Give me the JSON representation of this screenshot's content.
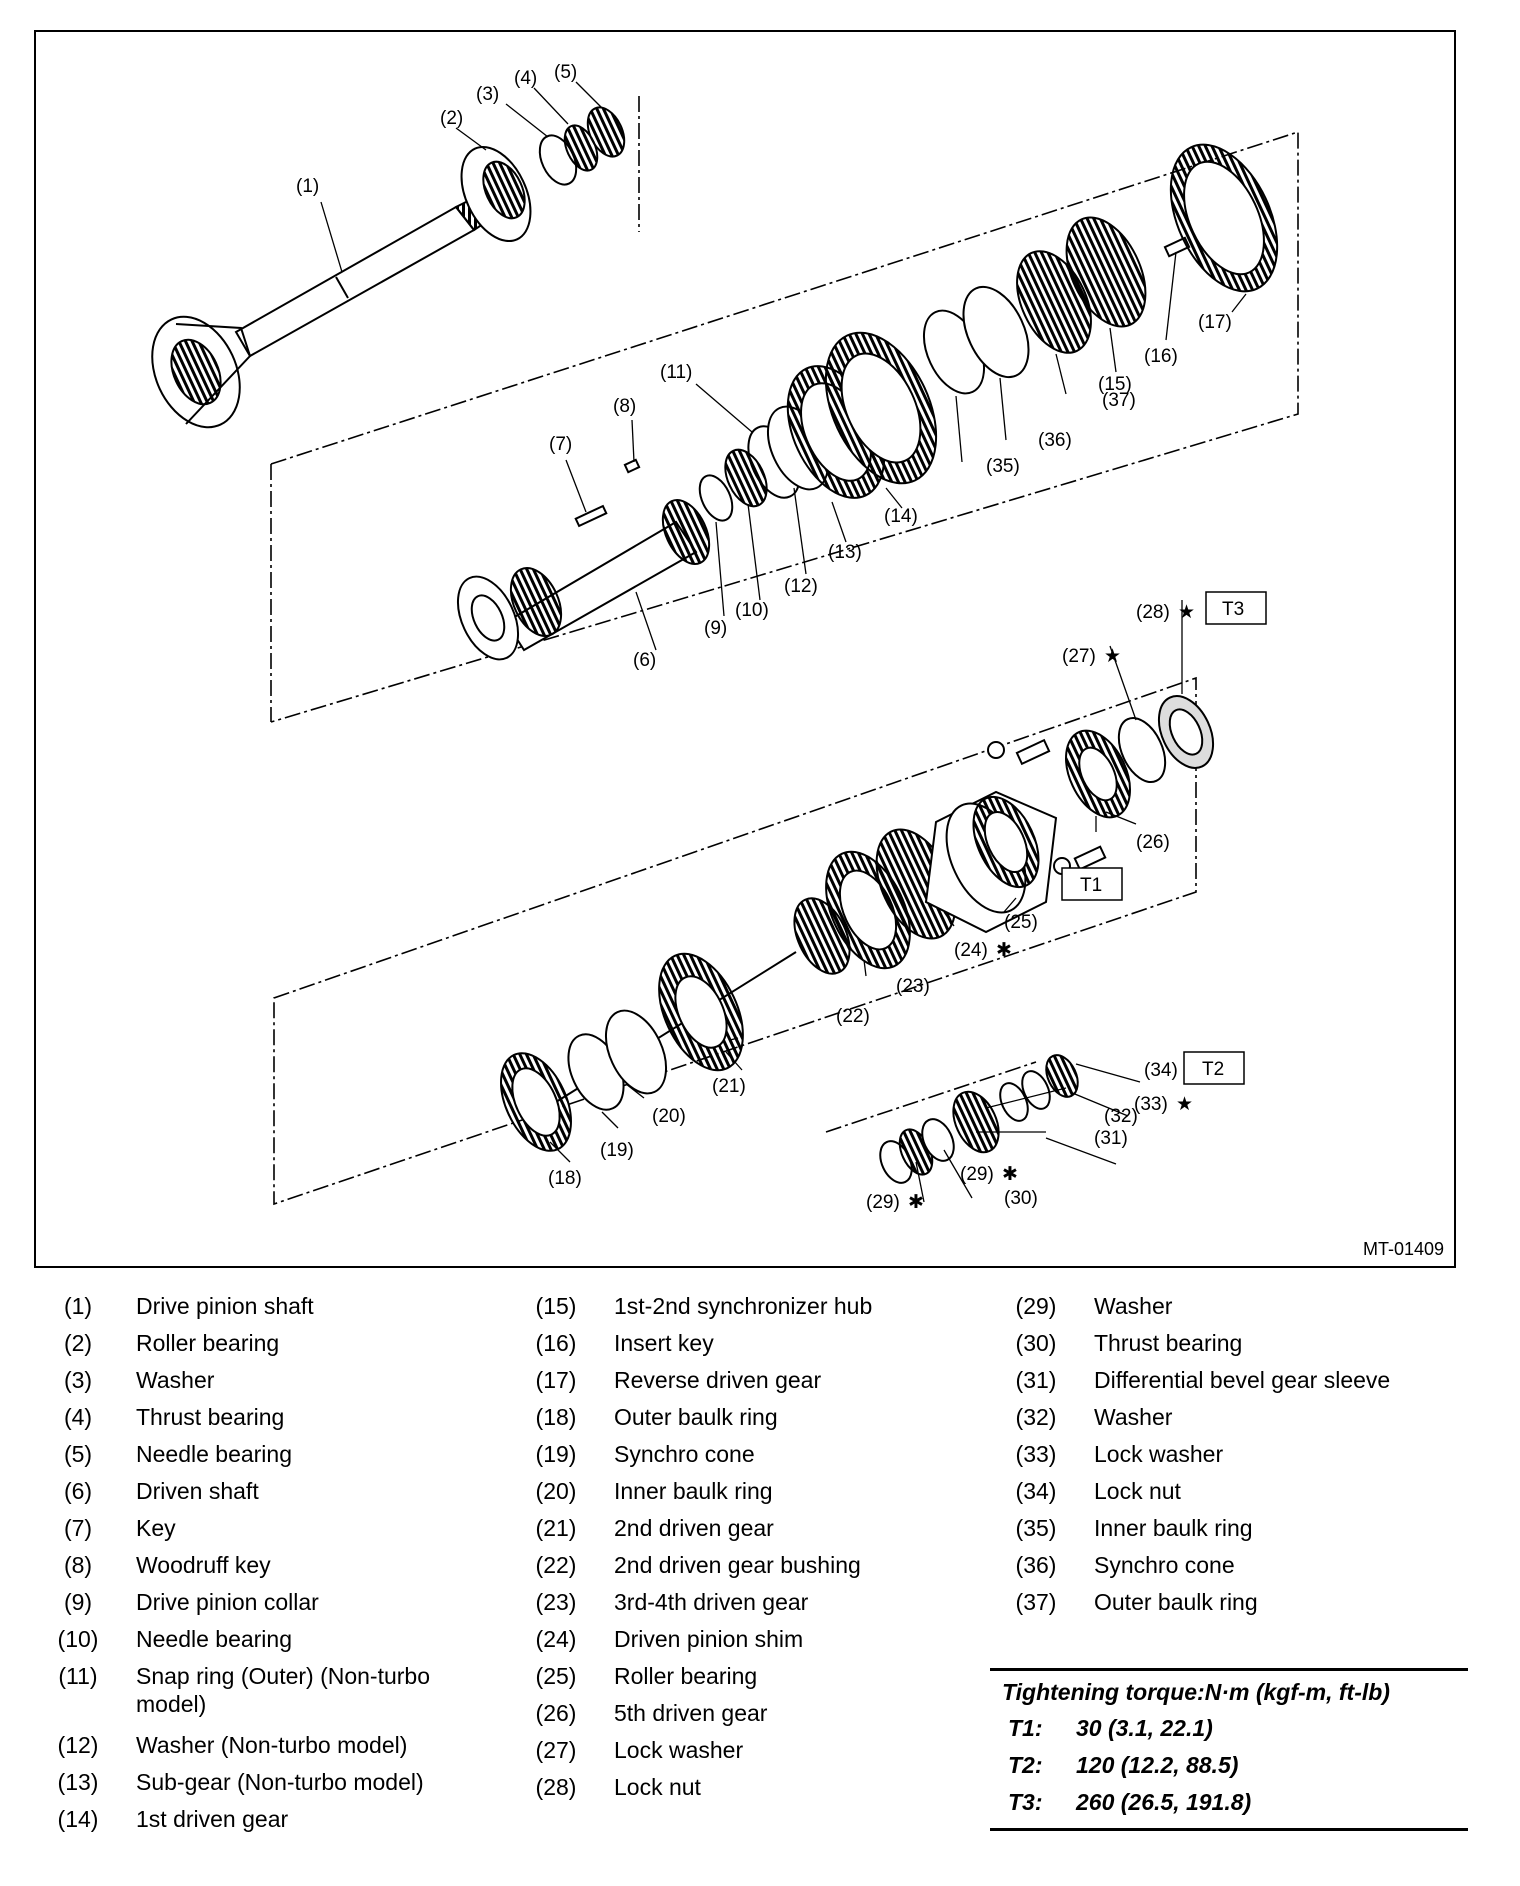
{
  "figure_id": "MT-01409",
  "callouts": [
    "(1)",
    "(2)",
    "(3)",
    "(4)",
    "(5)",
    "(6)",
    "(7)",
    "(8)",
    "(9)",
    "(10)",
    "(11)",
    "(12)",
    "(13)",
    "(14)",
    "(15)",
    "(16)",
    "(17)",
    "(18)",
    "(19)",
    "(20)",
    "(21)",
    "(22)",
    "(23)",
    "(24)",
    "(25)",
    "(26)",
    "(27)",
    "(28)",
    "(29)",
    "(30)",
    "(31)",
    "(32)",
    "(33)",
    "(34)",
    "(35)",
    "(36)",
    "(37)",
    "(29)"
  ],
  "markers": {
    "star": "★",
    "asterisk": "✱"
  },
  "torque_tags": [
    "T1",
    "T2",
    "T3"
  ],
  "legend": {
    "col1": [
      {
        "num": "(1)",
        "label": "Drive pinion shaft"
      },
      {
        "num": "(2)",
        "label": "Roller bearing"
      },
      {
        "num": "(3)",
        "label": "Washer"
      },
      {
        "num": "(4)",
        "label": "Thrust bearing"
      },
      {
        "num": "(5)",
        "label": "Needle bearing"
      },
      {
        "num": "(6)",
        "label": "Driven shaft"
      },
      {
        "num": "(7)",
        "label": "Key"
      },
      {
        "num": "(8)",
        "label": "Woodruff key"
      },
      {
        "num": "(9)",
        "label": "Drive pinion collar"
      },
      {
        "num": "(10)",
        "label": "Needle bearing"
      },
      {
        "num": "(11)",
        "label": "Snap ring (Outer) (Non-turbo model)"
      },
      {
        "num": "(12)",
        "label": "Washer (Non-turbo model)"
      },
      {
        "num": "(13)",
        "label": "Sub-gear (Non-turbo model)"
      },
      {
        "num": "(14)",
        "label": "1st driven gear"
      }
    ],
    "col2": [
      {
        "num": "(15)",
        "label": "1st-2nd synchronizer hub"
      },
      {
        "num": "(16)",
        "label": "Insert key"
      },
      {
        "num": "(17)",
        "label": "Reverse driven gear"
      },
      {
        "num": "(18)",
        "label": "Outer baulk ring"
      },
      {
        "num": "(19)",
        "label": "Synchro cone"
      },
      {
        "num": "(20)",
        "label": "Inner baulk ring"
      },
      {
        "num": "(21)",
        "label": "2nd driven gear"
      },
      {
        "num": "(22)",
        "label": "2nd driven gear bushing"
      },
      {
        "num": "(23)",
        "label": "3rd-4th driven gear"
      },
      {
        "num": "(24)",
        "label": "Driven pinion shim"
      },
      {
        "num": "(25)",
        "label": "Roller bearing"
      },
      {
        "num": "(26)",
        "label": "5th driven gear"
      },
      {
        "num": "(27)",
        "label": "Lock washer"
      },
      {
        "num": "(28)",
        "label": "Lock nut"
      }
    ],
    "col3": [
      {
        "num": "(29)",
        "label": "Washer"
      },
      {
        "num": "(30)",
        "label": "Thrust bearing"
      },
      {
        "num": "(31)",
        "label": "Differential bevel gear sleeve"
      },
      {
        "num": "(32)",
        "label": "Washer"
      },
      {
        "num": "(33)",
        "label": "Lock washer"
      },
      {
        "num": "(34)",
        "label": "Lock nut"
      },
      {
        "num": "(35)",
        "label": "Inner baulk ring"
      },
      {
        "num": "(36)",
        "label": "Synchro cone"
      },
      {
        "num": "(37)",
        "label": "Outer baulk ring"
      }
    ]
  },
  "torque": {
    "title": "Tightening torque:N·m (kgf-m, ft-lb)",
    "rows": [
      {
        "key": "T1:",
        "value": "30 (3.1, 22.1)"
      },
      {
        "key": "T2:",
        "value": "120 (12.2, 88.5)"
      },
      {
        "key": "T3:",
        "value": "260 (26.5, 191.8)"
      }
    ]
  }
}
